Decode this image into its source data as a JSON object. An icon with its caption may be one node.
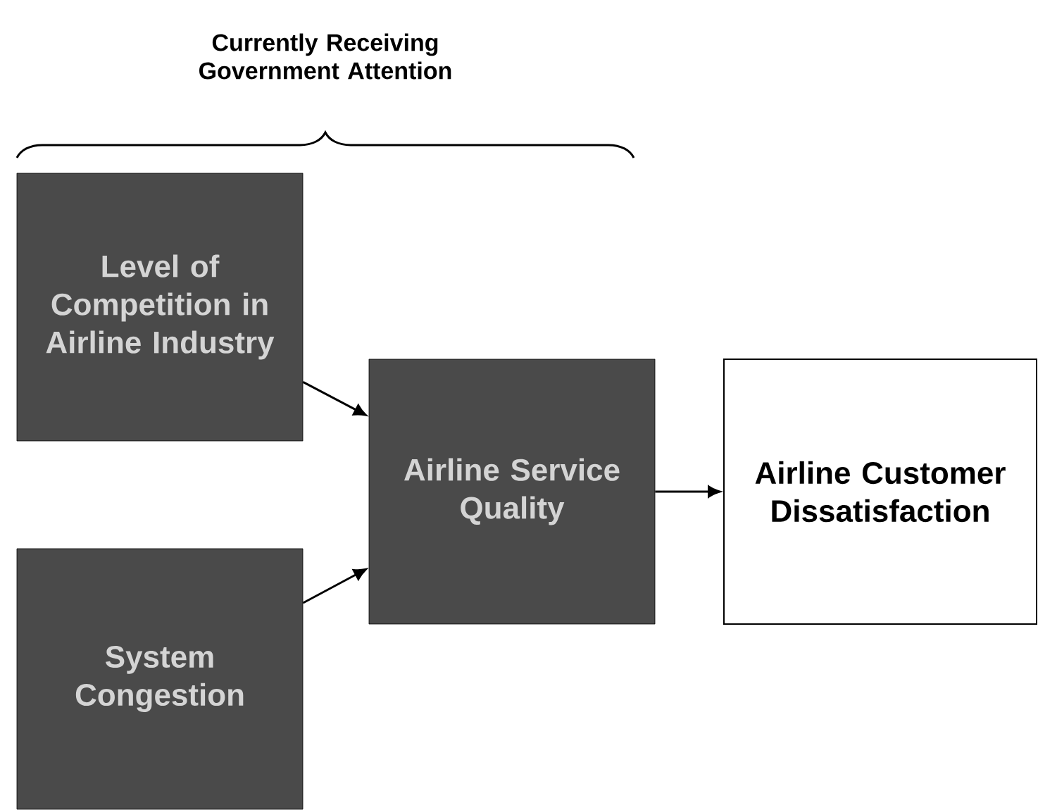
{
  "diagram": {
    "title": "Currently Receiving Government Attention",
    "nodes": [
      {
        "text": [
          "Level of Competition in Airline Industry"
        ]
      },
      {
        "text": [
          "System Congestion"
        ]
      },
      {
        "text": [
          "Airline Service Quality"
        ]
      },
      {
        "text": [
          "Airline Customer Dissatisfaction"
        ]
      }
    ],
    "edges": [
      {
        "from": 0,
        "to": 2,
        "arrow": "to"
      },
      {
        "from": 1,
        "to": 2,
        "arrow": "to"
      },
      {
        "from": 2,
        "to": 3,
        "arrow": "to"
      }
    ]
  }
}
